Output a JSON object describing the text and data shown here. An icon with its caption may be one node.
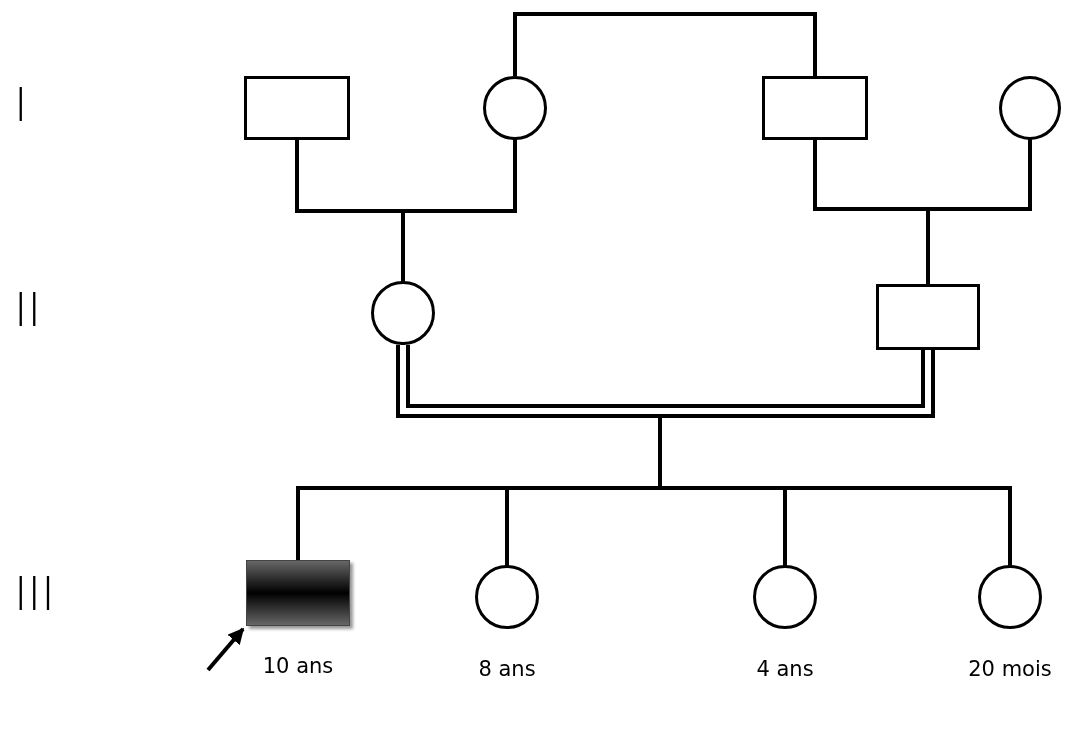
{
  "diagram": {
    "nodes": [
      {
        "text": [],
        "shape": "box"
      },
      {
        "text": [],
        "shape": "circle"
      },
      {
        "text": [],
        "shape": "box"
      },
      {
        "text": [],
        "shape": "circle"
      },
      {
        "text": [],
        "shape": "circle"
      },
      {
        "text": [],
        "shape": "box"
      },
      {
        "text": [],
        "shape": "box",
        "beside": [
          "10 ans"
        ]
      },
      {
        "text": [],
        "shape": "circle",
        "beside": [
          "8 ans"
        ]
      },
      {
        "text": [],
        "shape": "circle",
        "beside": [
          "4 ans"
        ]
      },
      {
        "text": [],
        "shape": "circle",
        "beside": [
          "20 mois"
        ]
      }
    ],
    "edges": [
      {
        "from": 1,
        "to": 2,
        "arrow": "none"
      },
      {
        "from": 0,
        "to": 1,
        "arrow": "none"
      },
      {
        "from": 2,
        "to": 3,
        "arrow": "none"
      },
      {
        "from": 0,
        "to": 4,
        "arrow": "none"
      },
      {
        "from": 1,
        "to": 4,
        "arrow": "none"
      },
      {
        "from": 2,
        "to": 5,
        "arrow": "none"
      },
      {
        "from": 3,
        "to": 5,
        "arrow": "none"
      },
      {
        "from": 4,
        "to": 5,
        "arrow": "none",
        "style": "thick"
      },
      {
        "from": 4,
        "to": 6,
        "arrow": "none"
      },
      {
        "from": 5,
        "to": 6,
        "arrow": "none"
      },
      {
        "from": 4,
        "to": 7,
        "arrow": "none"
      },
      {
        "from": 5,
        "to": 7,
        "arrow": "none"
      },
      {
        "from": 4,
        "to": 8,
        "arrow": "none"
      },
      {
        "from": 5,
        "to": 8,
        "arrow": "none"
      },
      {
        "from": 4,
        "to": 9,
        "arrow": "none"
      },
      {
        "from": 5,
        "to": 9,
        "arrow": "none"
      },
      {
        "from": null,
        "to": 6,
        "arrow": "to"
      }
    ],
    "labels": [
      "I",
      "II",
      "III"
    ]
  }
}
